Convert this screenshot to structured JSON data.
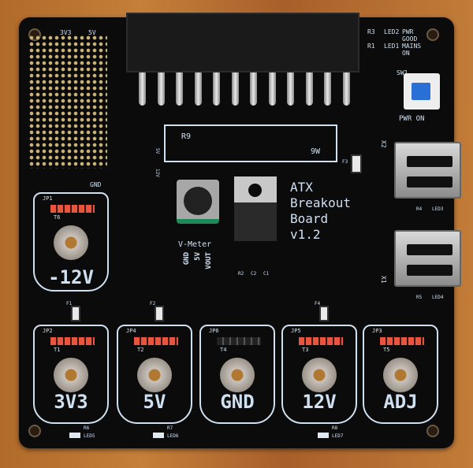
{
  "board": {
    "title_lines": [
      "ATX",
      "Breakout",
      "Board",
      "v1.2"
    ],
    "proto_labels": [
      "3V3",
      "5V",
      "GND"
    ],
    "resistor": {
      "ref": "R9",
      "rating": "9W"
    },
    "status_leds": [
      {
        "resistor": "R3",
        "led": "LED2",
        "label": "PWR GOOD"
      },
      {
        "resistor": "R1",
        "led": "LED1",
        "label": "MAINS ON"
      }
    ],
    "switch": {
      "ref": "SW1",
      "label": "PWR ON"
    },
    "vmeter": {
      "label": "V-Meter",
      "pins": [
        "GND",
        "5V",
        "VOUT"
      ]
    },
    "regulator_caps": [
      "R2",
      "C2",
      "C1"
    ],
    "jumper_12v_5v": [
      "5V",
      "12V"
    ],
    "usb": [
      {
        "ref": "X2",
        "led": "LED3",
        "res": "R4"
      },
      {
        "ref": "X1",
        "led": "LED4",
        "res": "R5"
      }
    ],
    "fuse_f3": "F3",
    "terminals": [
      {
        "jp": "JP1",
        "t": "T6",
        "label": "-12V"
      },
      {
        "jp": "JP2",
        "t": "T1",
        "label": "3V3",
        "fuse": "F1",
        "res": "R6",
        "led": "LED5"
      },
      {
        "jp": "JP4",
        "t": "T2",
        "label": "5V",
        "fuse": "F2",
        "res": "R7",
        "led": "LED6"
      },
      {
        "jp": "JP6",
        "t": "T4",
        "label": "GND"
      },
      {
        "jp": "JP5",
        "t": "T3",
        "label": "12V",
        "fuse": "F4",
        "res": "R8",
        "led": "LED7"
      },
      {
        "jp": "JP3",
        "t": "T5",
        "label": "ADJ"
      }
    ]
  }
}
